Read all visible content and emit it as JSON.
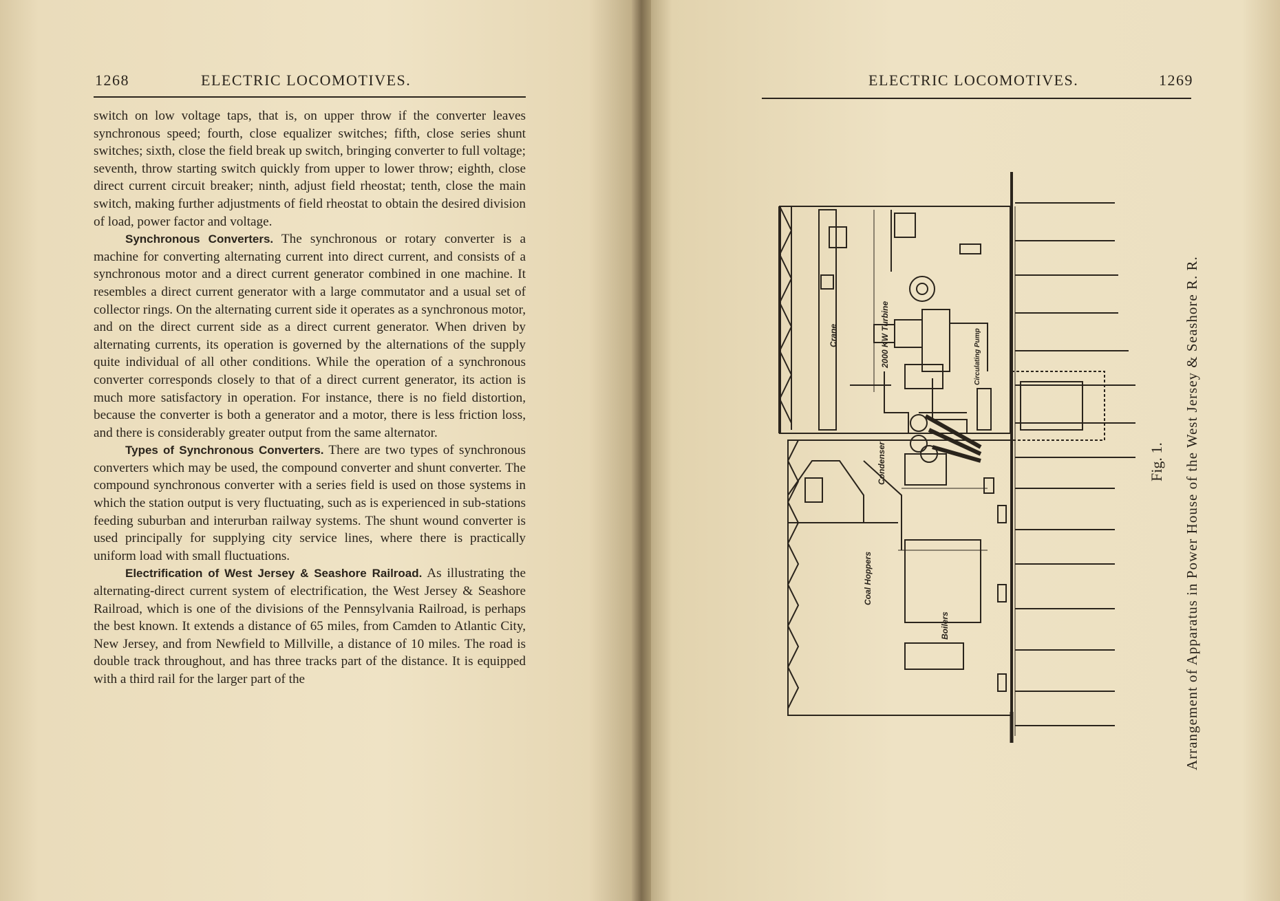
{
  "left_page": {
    "page_number": "1268",
    "running_head": "ELECTRIC LOCOMOTIVES.",
    "paragraphs": [
      {
        "heading": "",
        "text": "switch on low voltage taps, that is, on upper throw if the converter leaves synchronous speed; fourth, close equalizer switches; fifth, close series shunt switches; sixth, close the field break up switch, bringing converter to full voltage; seventh, throw starting switch quickly from upper to lower throw; eighth, close direct current circuit breaker; ninth, adjust field rheostat; tenth, close the main switch, making further adjustments of field rheostat to obtain the desired division of load, power factor and voltage."
      },
      {
        "heading": "Synchronous Converters.",
        "text": " The synchronous or rotary converter is a machine for converting alternating current into direct current, and consists of a synchronous motor and a direct current generator combined in one machine. It resembles a direct current generator with a large commutator and a usual set of collector rings. On the alternating current side it operates as a synchronous motor, and on the direct current side as a direct current generator. When driven by alternating currents, its operation is governed by the alternations of the supply quite individual of all other conditions. While the operation of a synchronous converter corresponds closely to that of a direct current generator, its action is much more satisfactory in operation. For instance, there is no field distortion, because the converter is both a generator and a motor, there is less friction loss, and there is considerably greater output from the same alternator."
      },
      {
        "heading": "Types of Synchronous Converters.",
        "text": " There are two types of synchronous converters which may be used, the compound converter and shunt converter. The compound synchronous converter with a series field is used on those systems in which the station output is very fluctuating, such as is experienced in sub-stations feeding suburban and interurban railway systems. The shunt wound converter is used principally for supplying city service lines, where there is practically uniform load with small fluctuations."
      },
      {
        "heading": "Electrification of West Jersey & Seashore Railroad.",
        "text": " As illustrating the alternating-direct current system of electrification, the West Jersey & Seashore Railroad, which is one of the divisions of the Pennsylvania Railroad, is perhaps the best known. It extends a distance of 65 miles, from Camden to Atlantic City, New Jersey, and from Newfield to Millville, a distance of 10 miles. The road is double track throughout, and has three tracks part of the distance. It is equipped with a third rail for the larger part of the"
      }
    ]
  },
  "right_page": {
    "page_number": "1269",
    "running_head": "ELECTRIC LOCOMOTIVES.",
    "figure_number": "Fig. 1.",
    "caption": "Arrangement of Apparatus in Power House of the West Jersey & Seashore R. R.",
    "diagram_labels": {
      "crane": "Crane",
      "turbine": "2000 KW Turbine",
      "pump": "Circulating Pump",
      "condenser": "Condenser",
      "hoppers": "Coal Hoppers",
      "boilers": "Boilers"
    }
  }
}
